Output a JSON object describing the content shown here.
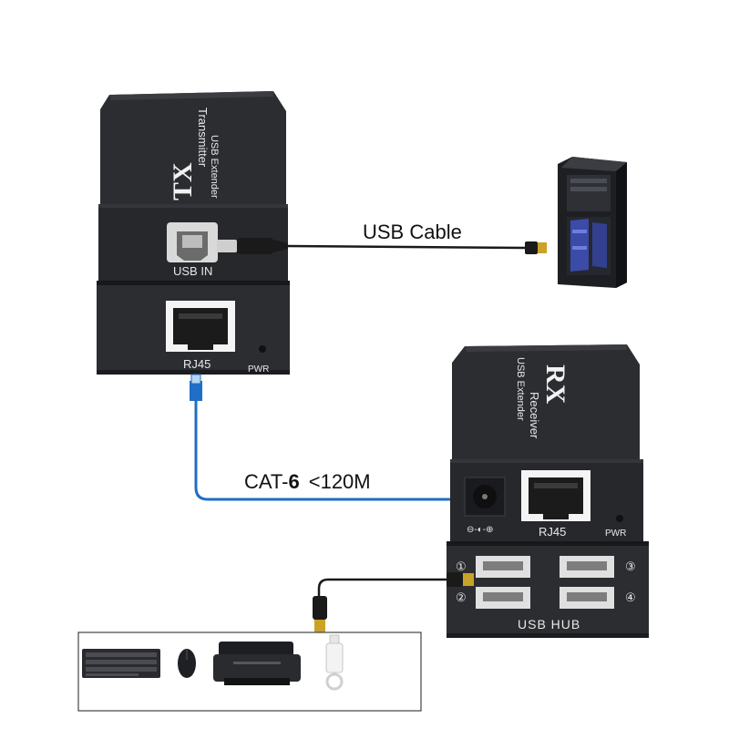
{
  "labels": {
    "usb_cable": "USB Cable",
    "cat6_prefix": "CAT-",
    "cat6_num": "6",
    "cat6_len": "<120M",
    "tx_usb_in": "USB IN",
    "tx_rj45": "RJ45",
    "tx_pwr": "PWR",
    "tx_logo": "TX",
    "tx_brand": "USB Extender",
    "tx_name": "Transmitter",
    "rx_logo": "RX",
    "rx_brand": "USB Extender",
    "rx_name": "Receiver",
    "rx_rj45": "RJ45",
    "rx_pwr": "PWR",
    "rx_dc": "⊖-◐-⊕",
    "rx_usb_hub": "USB  HUB",
    "port_1": "①",
    "port_2": "②",
    "port_3": "③",
    "port_4": "④"
  },
  "colors": {
    "device_body": "#2b2d31",
    "device_dark": "#1c1d20",
    "cat_cable": "#1f6fc6",
    "usb_cable": "#1a1a1a",
    "usb_plug": "#c9a227"
  },
  "icons": {
    "computer": "desktop-tower-icon",
    "keyboard": "keyboard-icon",
    "mouse": "mouse-icon",
    "printer": "printer-icon",
    "flash_drive": "usb-flash-drive-icon"
  }
}
